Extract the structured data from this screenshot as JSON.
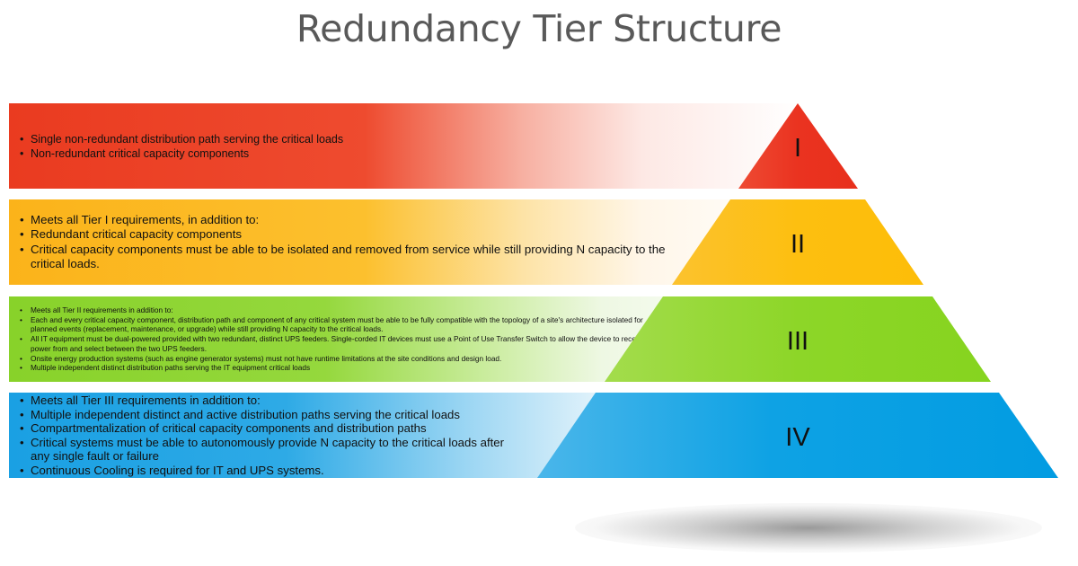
{
  "title": "Redundancy Tier Structure",
  "tiers": [
    {
      "numeral": "I",
      "color": "#ea3b20",
      "bullets": [
        "Single non-redundant distribution path serving the critical loads",
        "Non-redundant critical capacity components"
      ]
    },
    {
      "numeral": "II",
      "color": "#fcbd16",
      "bullets": [
        "Meets all Tier I requirements, in addition to:",
        "Redundant critical capacity components",
        "Critical capacity components must be able to be isolated and removed from service while still providing N capacity to the critical loads."
      ]
    },
    {
      "numeral": "III",
      "color": "#8dd628",
      "bullets": [
        "Meets all Tier II requirements in addition to:",
        "Each and every critical capacity component, distribution path and component of any critical system must be able to be fully compatible with the topology of a site's architecture isolated for planned events (replacement, maintenance, or upgrade) while still providing N capacity to the critical loads.",
        "All IT equipment must be dual-powered provided with two redundant, distinct UPS feeders. Single-corded IT devices must use a Point of Use Transfer Switch to allow the device to receive power from and select between the two UPS feeders.",
        "Onsite energy production systems (such as engine generator systems) must not have runtime limitations at the site conditions and design load.",
        "Multiple independent distinct distribution paths serving the IT equipment critical loads"
      ]
    },
    {
      "numeral": "IV",
      "color": "#0b9fe3",
      "bullets": [
        "Meets all Tier III requirements in addition to:",
        "Multiple independent distinct and active distribution paths serving the critical loads",
        "Compartmentalization of critical capacity components and distribution paths",
        "Critical systems must be able to autonomously provide N capacity to the critical loads after any single fault or failure",
        "Continuous Cooling is required for IT and UPS systems."
      ]
    }
  ]
}
